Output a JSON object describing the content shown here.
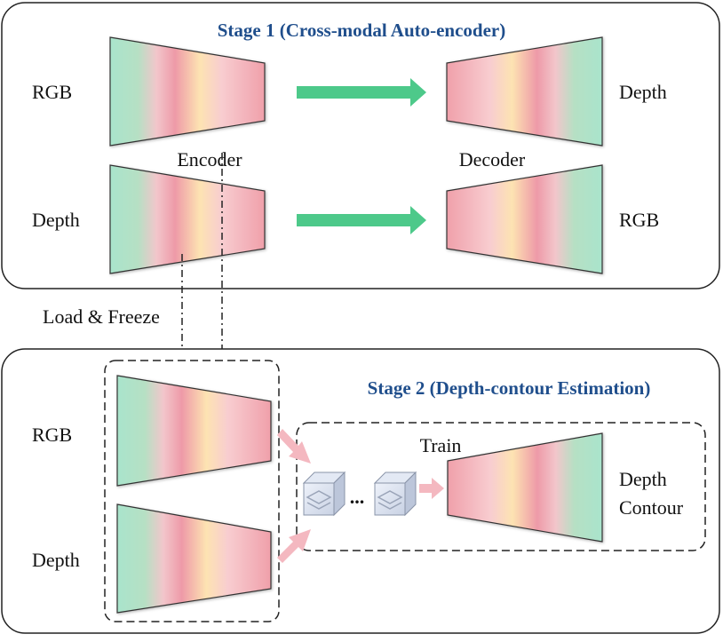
{
  "stage1": {
    "title": "Stage 1 (Cross-modal Auto-encoder)",
    "row1_input": "RGB",
    "row1_output": "Depth",
    "row2_input": "Depth",
    "row2_output": "RGB",
    "encoder_label": "Encoder",
    "decoder_label": "Decoder"
  },
  "load_freeze": "Load & Freeze",
  "stage2": {
    "title": "Stage 2 (Depth-contour Estimation)",
    "input1": "RGB",
    "input2": "Depth",
    "train_label": "Train",
    "ellipsis": "...",
    "output_line1": "Depth",
    "output_line2": "Contour"
  },
  "colors": {
    "stage_title": "#1f4e8c",
    "green_arrow": "#4dc98a",
    "pink_arrow": "#f4b8c0",
    "gradient": [
      "#a9e4cc",
      "#f09aa8",
      "#fde3b2",
      "#f0a0aa"
    ]
  }
}
